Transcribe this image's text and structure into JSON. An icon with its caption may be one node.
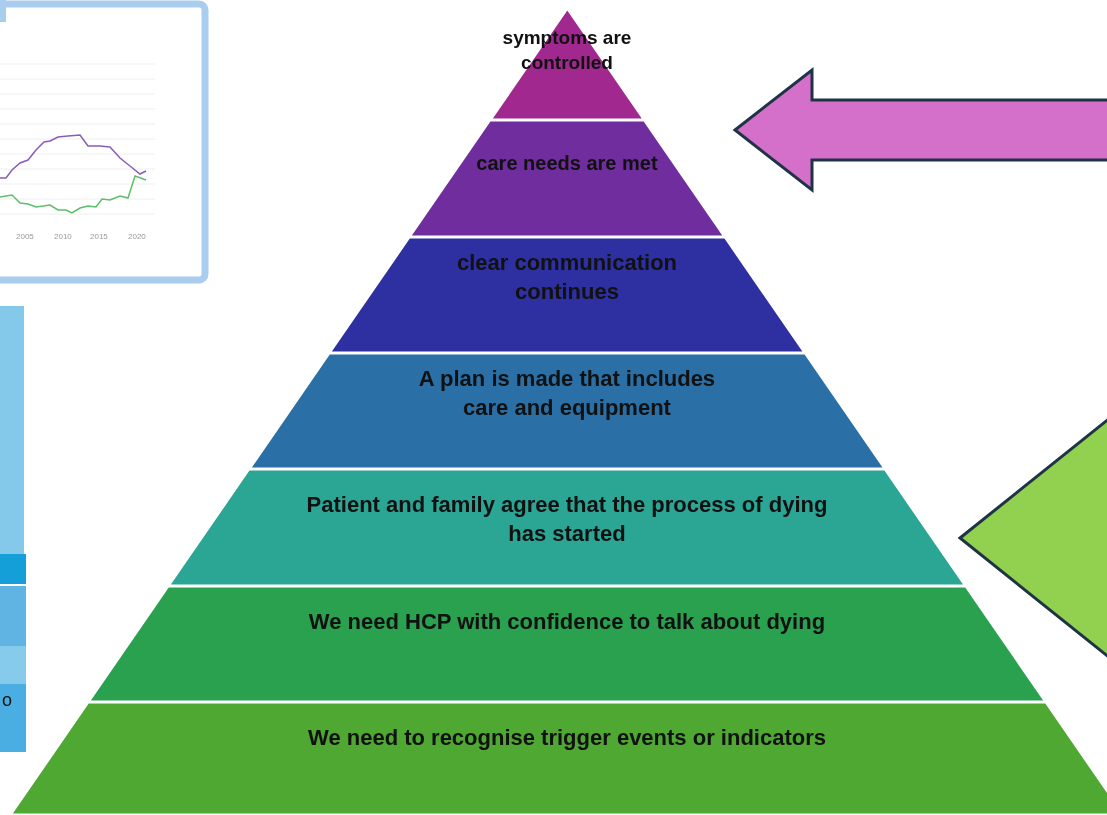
{
  "diagram": {
    "nodes": [
      {
        "text": [
          "symptoms are controlled"
        ]
      },
      {
        "text": [
          "care needs are met"
        ]
      },
      {
        "text": [
          "clear communication continues"
        ]
      },
      {
        "text": [
          "A plan is made that includes care and equipment"
        ]
      },
      {
        "text": [
          "Patient and family agree that the process of dying has started"
        ]
      },
      {
        "text": [
          "We need HCP with confidence to talk about dying"
        ]
      },
      {
        "text": [
          "We need to recognise trigger events or indicators"
        ]
      },
      {
        "text": [],
        "shape": "triangle"
      }
    ],
    "labels": [
      "2005",
      "2010",
      "2015",
      "2020",
      "o"
    ]
  }
}
